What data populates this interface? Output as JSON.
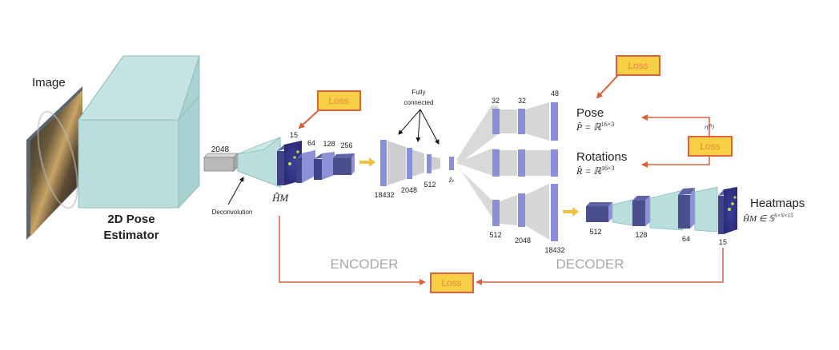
{
  "title": "Encoder-Decoder architecture for 3D pose estimation",
  "colors": {
    "teal_block": "#b9dedd",
    "teal_edge": "#8fbcbc",
    "navy_block": "#4a4f8c",
    "lavender_block": "#8d90d6",
    "fc_bar": "#8a8fd8",
    "fc_gray": "#cfcfcf",
    "loss_fill": "#f7d046",
    "loss_border": "#e0623a",
    "loss_arrow": "#d9603a",
    "yellow_arrow": "#f2c33a",
    "section_label": "#a8a8a8"
  },
  "input": {
    "image_label": "Image",
    "estimator_label_line1": "2D Pose",
    "estimator_label_line2": "Estimator"
  },
  "encoder": {
    "feature_size": "2048",
    "deconv_label": "Deconvolution",
    "heatmap_label": "ĤM",
    "conv_channels": [
      "15",
      "64",
      "128",
      "256"
    ],
    "fc_title_line1": "Fully",
    "fc_title_line2": "connected",
    "fc_sizes": [
      "18432",
      "2048",
      "512"
    ],
    "latent_label": "ẑₜ",
    "section_label": "ENCODER"
  },
  "decoder": {
    "pose_branch_sizes": [
      "32",
      "32",
      "48"
    ],
    "heatmap_branch_sizes": [
      "512",
      "2048",
      "18432"
    ],
    "deconv_channels": [
      "512",
      "128",
      "64",
      "15"
    ],
    "section_label": "DECODER"
  },
  "outputs": {
    "pose_title": "Pose",
    "pose_formula_lhs": "P̂ = ℝ",
    "pose_formula_exp": "16×3",
    "rotations_title": "Rotations",
    "rotations_formula_lhs": "R̂ = ℝ",
    "rotations_formula_exp": "16×3",
    "rotation_fn_label": "r(P̂)",
    "heatmaps_title": "Heatmaps",
    "heatmaps_formula_lhs": "ĤM ∈ 𝕊",
    "heatmaps_formula_exp": "S×S×15"
  },
  "losses": {
    "heatmap_loss": "Loss",
    "pose_loss": "Loss",
    "rotation_loss": "Loss",
    "reconstruction_loss": "Loss"
  }
}
